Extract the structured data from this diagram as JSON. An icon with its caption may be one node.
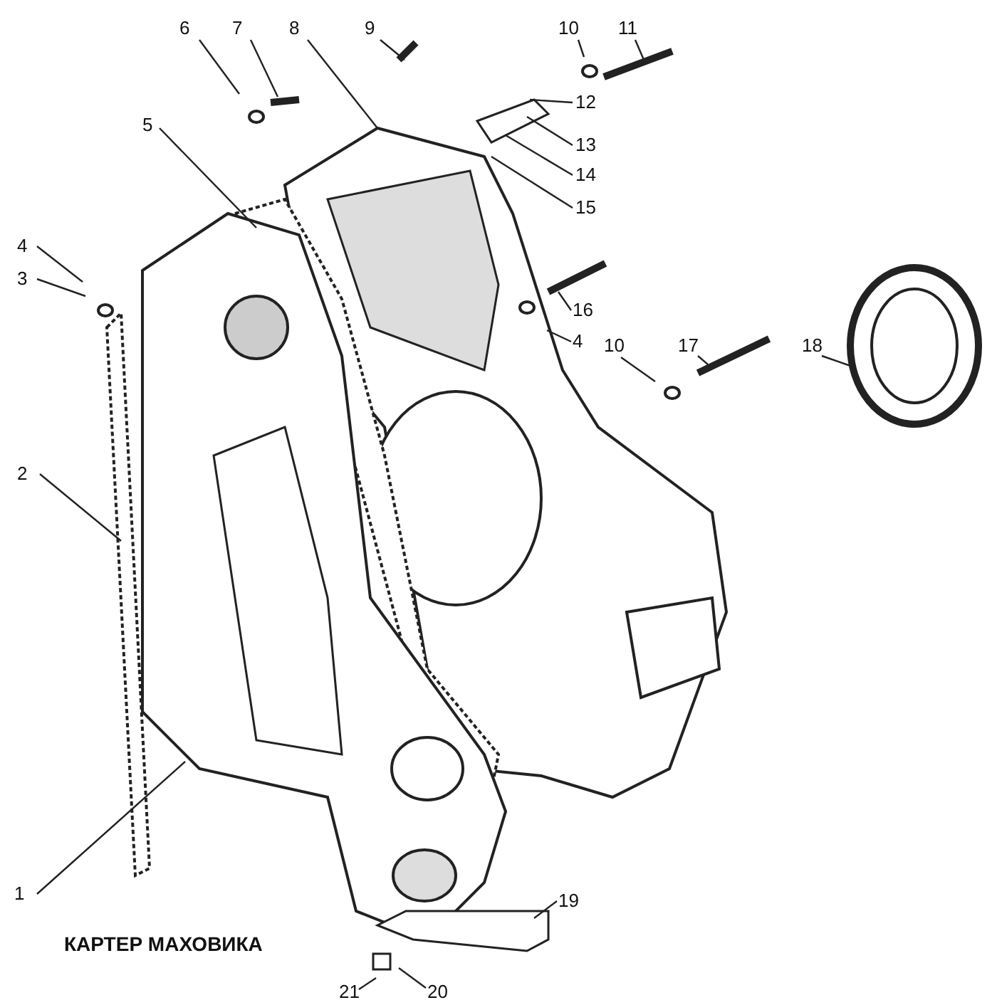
{
  "diagram": {
    "title": "КАРТЕР МАХОВИКА",
    "nodes": [
      {
        "text": [
          "1"
        ]
      },
      {
        "text": [
          "2"
        ]
      },
      {
        "text": [
          "3"
        ]
      },
      {
        "text": [
          "4"
        ]
      },
      {
        "text": [
          "5"
        ]
      },
      {
        "text": [
          "6"
        ]
      },
      {
        "text": [
          "7"
        ]
      },
      {
        "text": [
          "8"
        ]
      },
      {
        "text": [
          "9"
        ]
      },
      {
        "text": [
          "10"
        ]
      },
      {
        "text": [
          "11"
        ]
      },
      {
        "text": [
          "12"
        ]
      },
      {
        "text": [
          "13"
        ]
      },
      {
        "text": [
          "14"
        ]
      },
      {
        "text": [
          "15"
        ]
      },
      {
        "text": [
          "16"
        ]
      },
      {
        "text": [
          "4"
        ]
      },
      {
        "text": [
          "10"
        ]
      },
      {
        "text": [
          "17"
        ]
      },
      {
        "text": [
          "18"
        ]
      },
      {
        "text": [
          "19"
        ]
      },
      {
        "text": [
          "20"
        ]
      },
      {
        "text": [
          "21"
        ]
      }
    ],
    "edges": [
      {
        "from": 0,
        "to": null,
        "arrow": "none"
      },
      {
        "from": 1,
        "to": null,
        "arrow": "none"
      },
      {
        "from": 2,
        "to": null,
        "arrow": "none"
      },
      {
        "from": 3,
        "to": null,
        "arrow": "none"
      },
      {
        "from": 4,
        "to": null,
        "arrow": "none"
      },
      {
        "from": 5,
        "to": null,
        "arrow": "none"
      },
      {
        "from": 6,
        "to": null,
        "arrow": "none"
      },
      {
        "from": 7,
        "to": null,
        "arrow": "none"
      },
      {
        "from": 8,
        "to": null,
        "arrow": "none"
      },
      {
        "from": 9,
        "to": null,
        "arrow": "none"
      },
      {
        "from": 10,
        "to": null,
        "arrow": "none"
      },
      {
        "from": 11,
        "to": null,
        "arrow": "none"
      },
      {
        "from": 12,
        "to": null,
        "arrow": "none"
      },
      {
        "from": 13,
        "to": null,
        "arrow": "none"
      },
      {
        "from": 14,
        "to": null,
        "arrow": "none"
      },
      {
        "from": 15,
        "to": null,
        "arrow": "none"
      },
      {
        "from": 16,
        "to": null,
        "arrow": "none"
      },
      {
        "from": 17,
        "to": null,
        "arrow": "none"
      },
      {
        "from": 18,
        "to": null,
        "arrow": "none"
      },
      {
        "from": 19,
        "to": null,
        "arrow": "none"
      },
      {
        "from": 20,
        "to": null,
        "arrow": "none"
      },
      {
        "from": 21,
        "to": null,
        "arrow": "none"
      },
      {
        "from": 22,
        "to": null,
        "arrow": "none"
      }
    ]
  }
}
